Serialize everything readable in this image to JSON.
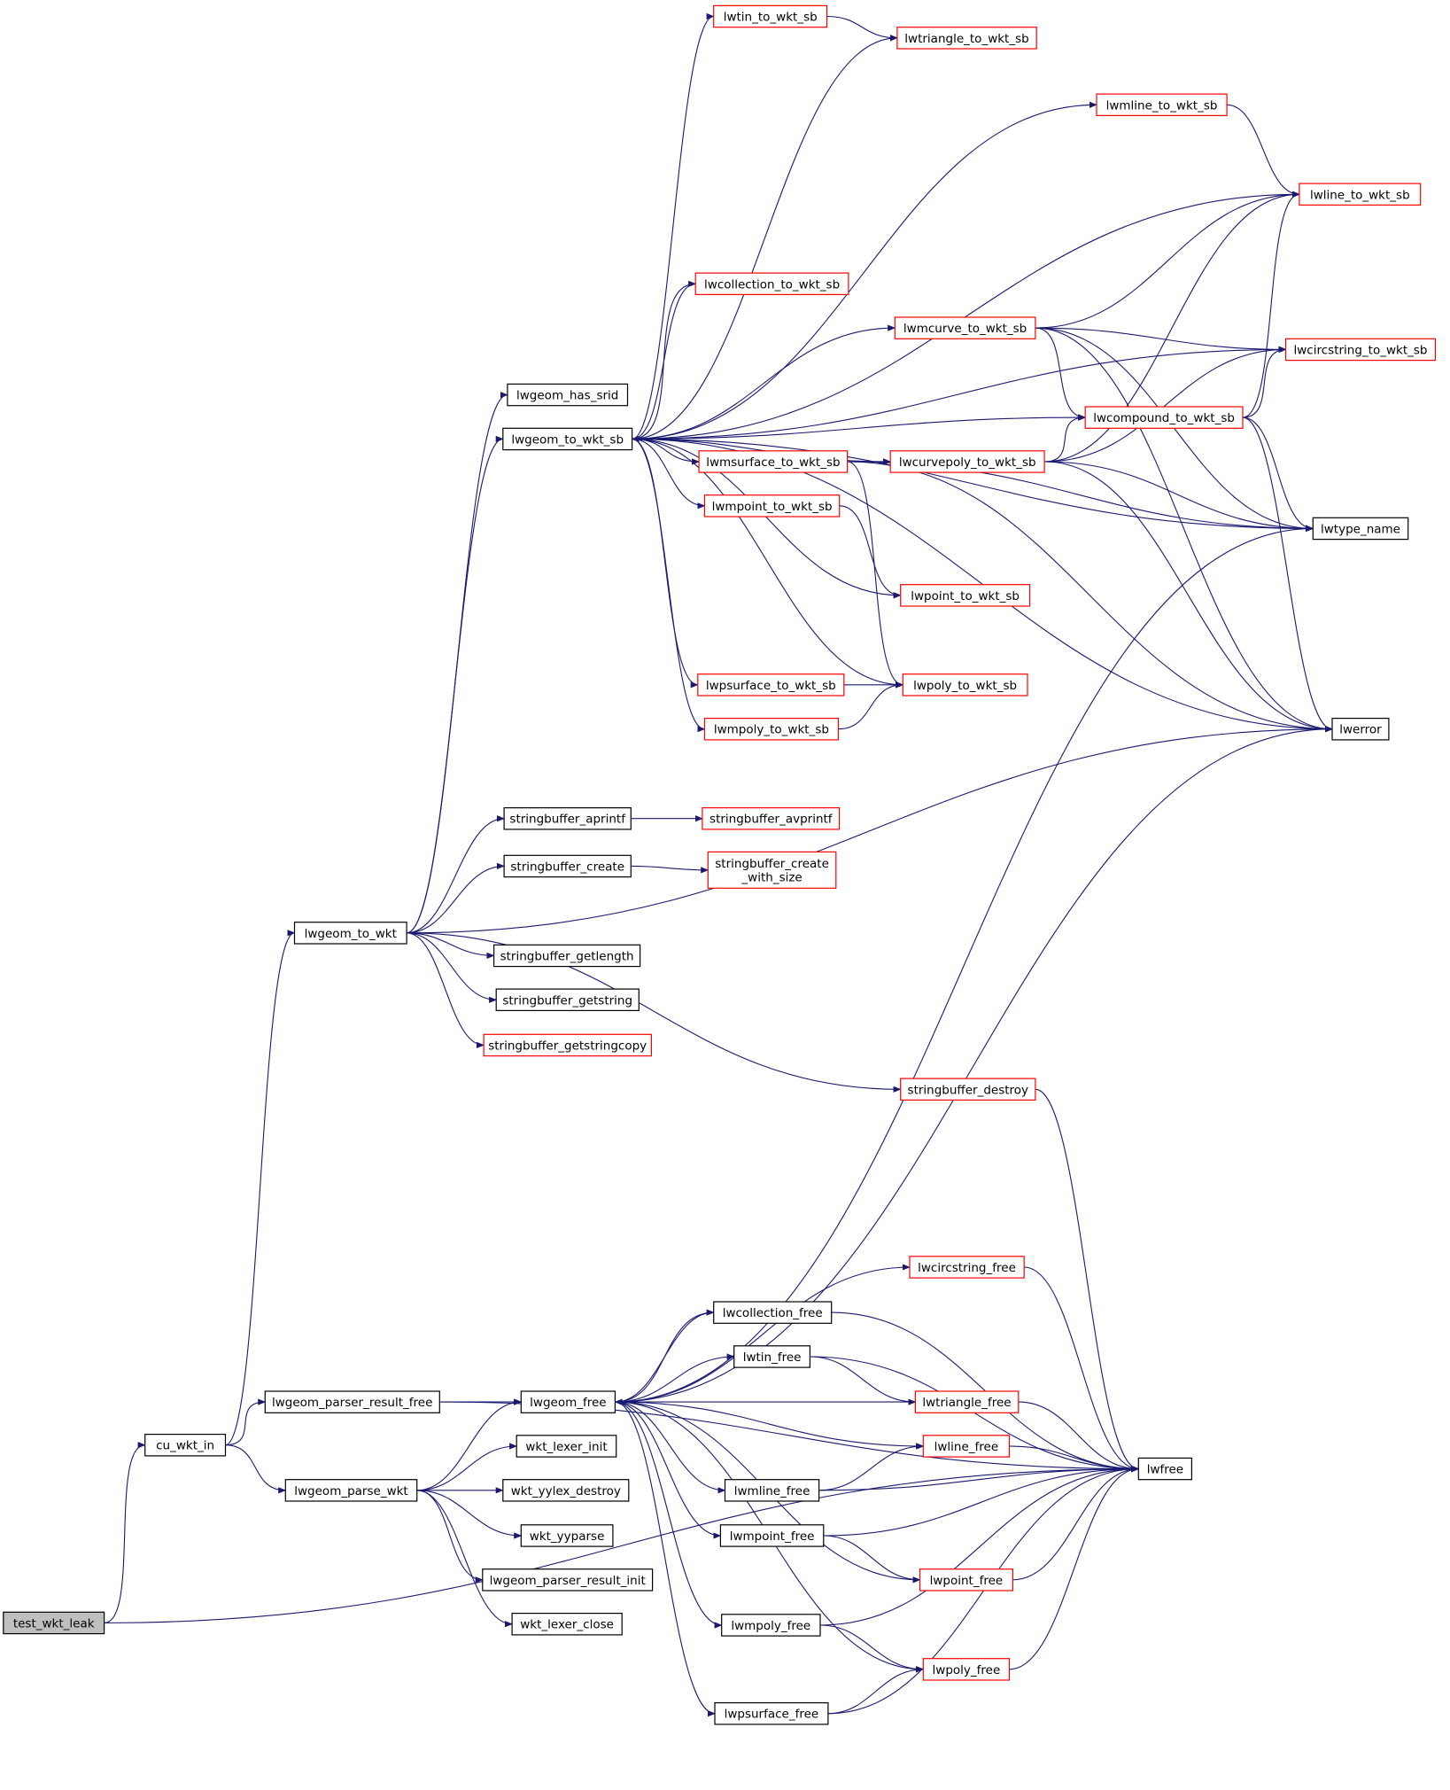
{
  "colors": {
    "edge": "#191970",
    "root_fill": "#bfbfbf",
    "red_border": "#ff0000",
    "black_border": "#000000",
    "background": "#ffffff"
  },
  "nodes": [
    {
      "id": "test_wkt_leak",
      "label": "test_wkt_leak",
      "style": "root"
    },
    {
      "id": "cu_wkt_in",
      "label": "cu_wkt_in",
      "style": "plain"
    },
    {
      "id": "lwgeom_to_wkt",
      "label": "lwgeom_to_wkt",
      "style": "plain"
    },
    {
      "id": "lwgeom_has_srid",
      "label": "lwgeom_has_srid",
      "style": "plain"
    },
    {
      "id": "lwgeom_to_wkt_sb",
      "label": "lwgeom_to_wkt_sb",
      "style": "plain"
    },
    {
      "id": "lwtin_to_wkt_sb",
      "label": "lwtin_to_wkt_sb",
      "style": "red"
    },
    {
      "id": "lwtriangle_to_wkt_sb",
      "label": "lwtriangle_to_wkt_sb",
      "style": "red"
    },
    {
      "id": "lwmline_to_wkt_sb",
      "label": "lwmline_to_wkt_sb",
      "style": "red"
    },
    {
      "id": "lwline_to_wkt_sb",
      "label": "lwline_to_wkt_sb",
      "style": "red"
    },
    {
      "id": "lwcollection_to_wkt_sb",
      "label": "lwcollection_to_wkt_sb",
      "style": "red"
    },
    {
      "id": "lwmcurve_to_wkt_sb",
      "label": "lwmcurve_to_wkt_sb",
      "style": "red"
    },
    {
      "id": "lwcircstring_to_wkt_sb",
      "label": "lwcircstring_to_wkt_sb",
      "style": "red"
    },
    {
      "id": "lwcompound_to_wkt_sb",
      "label": "lwcompound_to_wkt_sb",
      "style": "red"
    },
    {
      "id": "lwmsurface_to_wkt_sb",
      "label": "lwmsurface_to_wkt_sb",
      "style": "red"
    },
    {
      "id": "lwcurvepoly_to_wkt_sb",
      "label": "lwcurvepoly_to_wkt_sb",
      "style": "red"
    },
    {
      "id": "lwmpoint_to_wkt_sb",
      "label": "lwmpoint_to_wkt_sb",
      "style": "red"
    },
    {
      "id": "lwtype_name",
      "label": "lwtype_name",
      "style": "plain"
    },
    {
      "id": "lwpoint_to_wkt_sb",
      "label": "lwpoint_to_wkt_sb",
      "style": "red"
    },
    {
      "id": "lwpsurface_to_wkt_sb",
      "label": "lwpsurface_to_wkt_sb",
      "style": "red"
    },
    {
      "id": "lwpoly_to_wkt_sb",
      "label": "lwpoly_to_wkt_sb",
      "style": "red"
    },
    {
      "id": "lwmpoly_to_wkt_sb",
      "label": "lwmpoly_to_wkt_sb",
      "style": "red"
    },
    {
      "id": "lwerror",
      "label": "lwerror",
      "style": "plain"
    },
    {
      "id": "stringbuffer_aprintf",
      "label": "stringbuffer_aprintf",
      "style": "plain"
    },
    {
      "id": "stringbuffer_avprintf",
      "label": "stringbuffer_avprintf",
      "style": "red"
    },
    {
      "id": "stringbuffer_create",
      "label": "stringbuffer_create",
      "style": "plain"
    },
    {
      "id": "stringbuffer_create_with_size",
      "label": "stringbuffer_create\n_with_size",
      "style": "red"
    },
    {
      "id": "stringbuffer_getlength",
      "label": "stringbuffer_getlength",
      "style": "plain"
    },
    {
      "id": "stringbuffer_getstring",
      "label": "stringbuffer_getstring",
      "style": "plain"
    },
    {
      "id": "stringbuffer_getstringcopy",
      "label": "stringbuffer_getstringcopy",
      "style": "red"
    },
    {
      "id": "stringbuffer_destroy",
      "label": "stringbuffer_destroy",
      "style": "red"
    },
    {
      "id": "lwcircstring_free",
      "label": "lwcircstring_free",
      "style": "red"
    },
    {
      "id": "lwcollection_free",
      "label": "lwcollection_free",
      "style": "plain"
    },
    {
      "id": "lwtin_free",
      "label": "lwtin_free",
      "style": "plain"
    },
    {
      "id": "lwgeom_parser_result_free",
      "label": "lwgeom_parser_result_free",
      "style": "plain"
    },
    {
      "id": "lwgeom_free",
      "label": "lwgeom_free",
      "style": "plain"
    },
    {
      "id": "lwtriangle_free",
      "label": "lwtriangle_free",
      "style": "red"
    },
    {
      "id": "lwline_free",
      "label": "lwline_free",
      "style": "red"
    },
    {
      "id": "lwfree",
      "label": "lwfree",
      "style": "plain"
    },
    {
      "id": "lwmline_free",
      "label": "lwmline_free",
      "style": "plain"
    },
    {
      "id": "lwgeom_parse_wkt",
      "label": "lwgeom_parse_wkt",
      "style": "plain"
    },
    {
      "id": "wkt_lexer_init",
      "label": "wkt_lexer_init",
      "style": "plain"
    },
    {
      "id": "wkt_yylex_destroy",
      "label": "wkt_yylex_destroy",
      "style": "plain"
    },
    {
      "id": "lwmpoint_free",
      "label": "lwmpoint_free",
      "style": "plain"
    },
    {
      "id": "wkt_yyparse",
      "label": "wkt_yyparse",
      "style": "plain"
    },
    {
      "id": "lwpoint_free",
      "label": "lwpoint_free",
      "style": "red"
    },
    {
      "id": "lwgeom_parser_result_init",
      "label": "lwgeom_parser_result_init",
      "style": "plain"
    },
    {
      "id": "wkt_lexer_close",
      "label": "wkt_lexer_close",
      "style": "plain"
    },
    {
      "id": "lwmpoly_free",
      "label": "lwmpoly_free",
      "style": "plain"
    },
    {
      "id": "lwpoly_free",
      "label": "lwpoly_free",
      "style": "red"
    },
    {
      "id": "lwpsurface_free",
      "label": "lwpsurface_free",
      "style": "plain"
    }
  ],
  "edges": [
    [
      "test_wkt_leak",
      "cu_wkt_in"
    ],
    [
      "test_wkt_leak",
      "lwfree"
    ],
    [
      "cu_wkt_in",
      "lwgeom_to_wkt"
    ],
    [
      "cu_wkt_in",
      "lwgeom_parser_result_free"
    ],
    [
      "cu_wkt_in",
      "lwgeom_parse_wkt"
    ],
    [
      "lwgeom_to_wkt",
      "lwgeom_has_srid"
    ],
    [
      "lwgeom_to_wkt",
      "lwgeom_to_wkt_sb"
    ],
    [
      "lwgeom_to_wkt",
      "stringbuffer_aprintf"
    ],
    [
      "lwgeom_to_wkt",
      "stringbuffer_create"
    ],
    [
      "lwgeom_to_wkt",
      "lwerror"
    ],
    [
      "lwgeom_to_wkt",
      "stringbuffer_getlength"
    ],
    [
      "lwgeom_to_wkt",
      "stringbuffer_getstring"
    ],
    [
      "lwgeom_to_wkt",
      "stringbuffer_getstringcopy"
    ],
    [
      "lwgeom_to_wkt",
      "stringbuffer_destroy"
    ],
    [
      "lwgeom_to_wkt_sb",
      "lwtin_to_wkt_sb"
    ],
    [
      "lwgeom_to_wkt_sb",
      "lwtriangle_to_wkt_sb"
    ],
    [
      "lwgeom_to_wkt_sb",
      "lwmline_to_wkt_sb"
    ],
    [
      "lwgeom_to_wkt_sb",
      "lwline_to_wkt_sb"
    ],
    [
      "lwgeom_to_wkt_sb",
      "lwcollection_to_wkt_sb"
    ],
    [
      "lwgeom_to_wkt_sb",
      "lwcircstring_to_wkt_sb"
    ],
    [
      "lwgeom_to_wkt_sb",
      "lwmcurve_to_wkt_sb"
    ],
    [
      "lwgeom_to_wkt_sb",
      "lwcompound_to_wkt_sb"
    ],
    [
      "lwgeom_to_wkt_sb",
      "lwmsurface_to_wkt_sb"
    ],
    [
      "lwgeom_to_wkt_sb",
      "lwcurvepoly_to_wkt_sb"
    ],
    [
      "lwgeom_to_wkt_sb",
      "lwmpoint_to_wkt_sb"
    ],
    [
      "lwgeom_to_wkt_sb",
      "lwpoint_to_wkt_sb"
    ],
    [
      "lwgeom_to_wkt_sb",
      "lwtype_name"
    ],
    [
      "lwgeom_to_wkt_sb",
      "lwpsurface_to_wkt_sb"
    ],
    [
      "lwgeom_to_wkt_sb",
      "lwpoly_to_wkt_sb"
    ],
    [
      "lwgeom_to_wkt_sb",
      "lwmpoly_to_wkt_sb"
    ],
    [
      "lwgeom_to_wkt_sb",
      "lwerror"
    ],
    [
      "lwtin_to_wkt_sb",
      "lwtriangle_to_wkt_sb"
    ],
    [
      "lwmline_to_wkt_sb",
      "lwline_to_wkt_sb"
    ],
    [
      "lwcollection_to_wkt_sb",
      "lwgeom_to_wkt_sb"
    ],
    [
      "lwmcurve_to_wkt_sb",
      "lwline_to_wkt_sb"
    ],
    [
      "lwmcurve_to_wkt_sb",
      "lwcircstring_to_wkt_sb"
    ],
    [
      "lwmcurve_to_wkt_sb",
      "lwcompound_to_wkt_sb"
    ],
    [
      "lwmcurve_to_wkt_sb",
      "lwtype_name"
    ],
    [
      "lwmcurve_to_wkt_sb",
      "lwerror"
    ],
    [
      "lwcompound_to_wkt_sb",
      "lwline_to_wkt_sb"
    ],
    [
      "lwcompound_to_wkt_sb",
      "lwcircstring_to_wkt_sb"
    ],
    [
      "lwcompound_to_wkt_sb",
      "lwtype_name"
    ],
    [
      "lwcompound_to_wkt_sb",
      "lwerror"
    ],
    [
      "lwmsurface_to_wkt_sb",
      "lwcurvepoly_to_wkt_sb"
    ],
    [
      "lwmsurface_to_wkt_sb",
      "lwpoly_to_wkt_sb"
    ],
    [
      "lwmsurface_to_wkt_sb",
      "lwtype_name"
    ],
    [
      "lwmsurface_to_wkt_sb",
      "lwerror"
    ],
    [
      "lwcurvepoly_to_wkt_sb",
      "lwline_to_wkt_sb"
    ],
    [
      "lwcurvepoly_to_wkt_sb",
      "lwcircstring_to_wkt_sb"
    ],
    [
      "lwcurvepoly_to_wkt_sb",
      "lwcompound_to_wkt_sb"
    ],
    [
      "lwcurvepoly_to_wkt_sb",
      "lwtype_name"
    ],
    [
      "lwcurvepoly_to_wkt_sb",
      "lwerror"
    ],
    [
      "lwmpoint_to_wkt_sb",
      "lwpoint_to_wkt_sb"
    ],
    [
      "lwpsurface_to_wkt_sb",
      "lwpoly_to_wkt_sb"
    ],
    [
      "lwmpoly_to_wkt_sb",
      "lwpoly_to_wkt_sb"
    ],
    [
      "stringbuffer_aprintf",
      "stringbuffer_avprintf"
    ],
    [
      "stringbuffer_create",
      "stringbuffer_create_with_size"
    ],
    [
      "stringbuffer_destroy",
      "lwfree"
    ],
    [
      "lwgeom_parser_result_free",
      "lwgeom_free"
    ],
    [
      "lwgeom_parser_result_free",
      "lwfree"
    ],
    [
      "lwgeom_parse_wkt",
      "lwgeom_free"
    ],
    [
      "lwgeom_parse_wkt",
      "wkt_lexer_init"
    ],
    [
      "lwgeom_parse_wkt",
      "wkt_yylex_destroy"
    ],
    [
      "lwgeom_parse_wkt",
      "wkt_yyparse"
    ],
    [
      "lwgeom_parse_wkt",
      "lwgeom_parser_result_init"
    ],
    [
      "lwgeom_parse_wkt",
      "wkt_lexer_close"
    ],
    [
      "lwgeom_free",
      "lwtype_name"
    ],
    [
      "lwgeom_free",
      "lwerror"
    ],
    [
      "lwgeom_free",
      "lwcircstring_free"
    ],
    [
      "lwgeom_free",
      "lwcollection_free"
    ],
    [
      "lwgeom_free",
      "lwtin_free"
    ],
    [
      "lwgeom_free",
      "lwtriangle_free"
    ],
    [
      "lwgeom_free",
      "lwline_free"
    ],
    [
      "lwgeom_free",
      "lwmline_free"
    ],
    [
      "lwgeom_free",
      "lwmpoint_free"
    ],
    [
      "lwgeom_free",
      "lwpoint_free"
    ],
    [
      "lwgeom_free",
      "lwmpoly_free"
    ],
    [
      "lwgeom_free",
      "lwpoly_free"
    ],
    [
      "lwgeom_free",
      "lwpsurface_free"
    ],
    [
      "lwcollection_free",
      "lwgeom_free"
    ],
    [
      "lwcollection_free",
      "lwfree"
    ],
    [
      "lwcircstring_free",
      "lwfree"
    ],
    [
      "lwtin_free",
      "lwtriangle_free"
    ],
    [
      "lwtin_free",
      "lwfree"
    ],
    [
      "lwtriangle_free",
      "lwfree"
    ],
    [
      "lwline_free",
      "lwfree"
    ],
    [
      "lwmline_free",
      "lwline_free"
    ],
    [
      "lwmline_free",
      "lwfree"
    ],
    [
      "lwmpoint_free",
      "lwpoint_free"
    ],
    [
      "lwmpoint_free",
      "lwfree"
    ],
    [
      "lwpoint_free",
      "lwfree"
    ],
    [
      "lwmpoly_free",
      "lwpoly_free"
    ],
    [
      "lwmpoly_free",
      "lwfree"
    ],
    [
      "lwpoly_free",
      "lwfree"
    ],
    [
      "lwpsurface_free",
      "lwpoly_free"
    ],
    [
      "lwpsurface_free",
      "lwfree"
    ]
  ]
}
